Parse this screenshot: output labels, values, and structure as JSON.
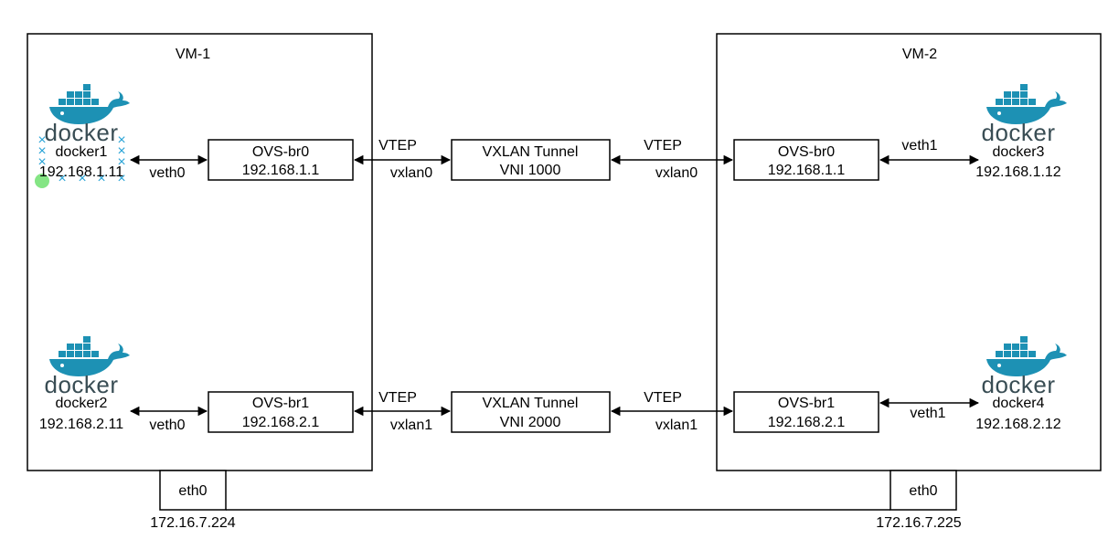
{
  "vm1": {
    "title": "VM-1",
    "eth_label": "eth0",
    "eth_ip": "172.16.7.224"
  },
  "vm2": {
    "title": "VM-2",
    "eth_label": "eth0",
    "eth_ip": "172.16.7.225"
  },
  "docker_logo_text": "docker",
  "containers": {
    "docker1": {
      "name": "docker1",
      "ip": "192.168.1.11"
    },
    "docker2": {
      "name": "docker2",
      "ip": "192.168.2.11"
    },
    "docker3": {
      "name": "docker3",
      "ip": "192.168.1.12"
    },
    "docker4": {
      "name": "docker4",
      "ip": "192.168.2.12"
    }
  },
  "bridges": {
    "vm1_br0": {
      "name": "OVS-br0",
      "ip": "192.168.1.1"
    },
    "vm1_br1": {
      "name": "OVS-br1",
      "ip": "192.168.2.1"
    },
    "vm2_br0": {
      "name": "OVS-br0",
      "ip": "192.168.1.1"
    },
    "vm2_br1": {
      "name": "OVS-br1",
      "ip": "192.168.2.1"
    }
  },
  "tunnels": {
    "t0": {
      "name": "VXLAN Tunnel",
      "vni": "VNI 1000"
    },
    "t1": {
      "name": "VXLAN Tunnel",
      "vni": "VNI 2000"
    }
  },
  "links": {
    "veth_d1": "veth0",
    "veth_d2": "veth0",
    "veth_d3": "veth1",
    "veth_d4": "veth1",
    "vtep_l0": "VTEP",
    "vxlan_l0": "vxlan0",
    "vtep_r0": "VTEP",
    "vxlan_r0": "vxlan0",
    "vtep_l1": "VTEP",
    "vxlan_l1": "vxlan1",
    "vtep_r1": "VTEP",
    "vxlan_r1": "vxlan1"
  },
  "colors": {
    "docker_blue": "#1d91b4",
    "docker_text": "#394d54",
    "selection": "#29a3d6",
    "selection_handle": "#6fe06f"
  }
}
